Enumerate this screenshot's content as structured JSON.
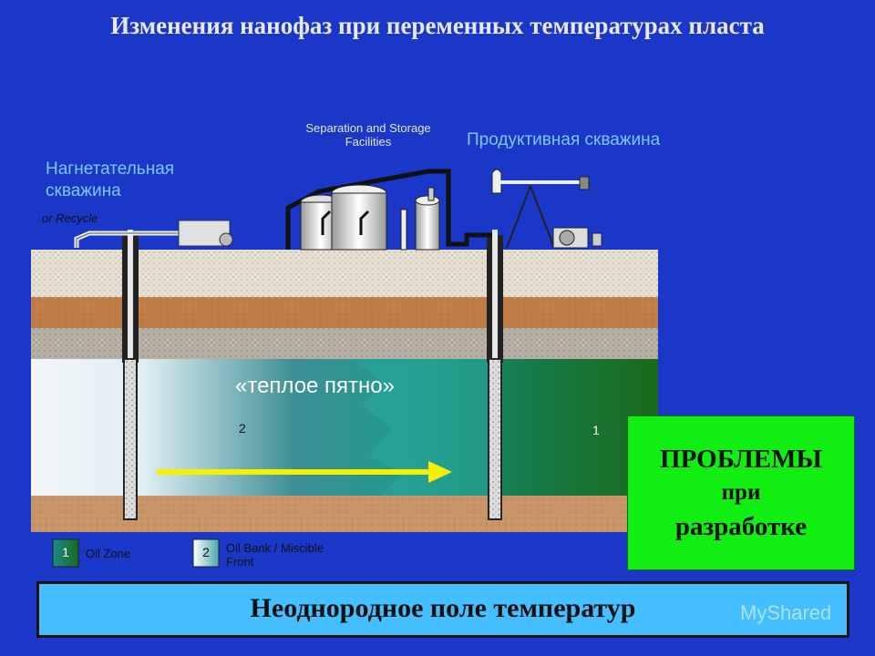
{
  "title": "Изменения нанофаз при переменных температурах пласта",
  "labels": {
    "injection_well": "Нагнетательная скважина",
    "production_well": "Продуктивная скважина",
    "separation": "Separation and Storage Facilities",
    "recycle": "or Recycle",
    "warm_spot": "«теплое пятно»",
    "zone1_marker": "1",
    "zone2_marker": "2"
  },
  "legend": [
    {
      "num": "1",
      "text": "Oil Zone"
    },
    {
      "num": "2",
      "text": "Oil Bank / Miscible Front"
    }
  ],
  "problem_box": {
    "line1": "ПРОБЛЕМЫ",
    "line2": "при",
    "line3": "разработке"
  },
  "bottom_bar": {
    "text": "Неоднородное поле температур"
  },
  "watermark": "MyShared",
  "colors": {
    "background": "#1a37c8",
    "problem_box": "#11ee11",
    "bottom_bar": "#45bfff",
    "flow_arrow": "#f5f000",
    "label_blue": "#7ec8ff"
  }
}
